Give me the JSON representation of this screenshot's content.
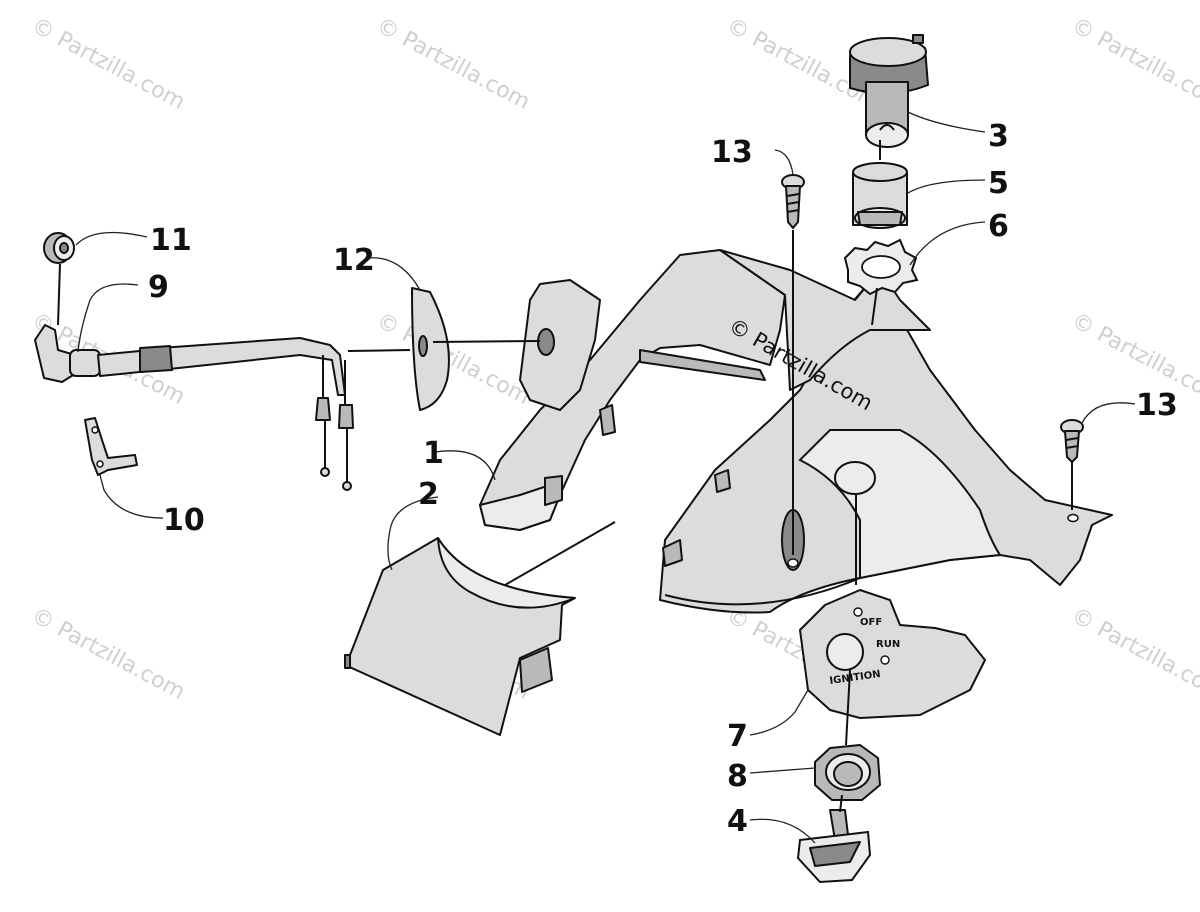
{
  "watermarks": {
    "corner": "© Partzilla.com",
    "center": "© Partzilla.com"
  },
  "switch_plate": {
    "off": "OFF",
    "run": "RUN",
    "ignition": "IGNITION"
  },
  "callouts": {
    "c1": "1",
    "c2": "2",
    "c3": "3",
    "c4": "4",
    "c5": "5",
    "c6": "6",
    "c7": "7",
    "c8": "8",
    "c9": "9",
    "c10": "10",
    "c11": "11",
    "c12": "12",
    "c13a": "13",
    "c13b": "13"
  },
  "colors": {
    "line": "#111111",
    "fill_light": "#dcdcdc",
    "fill_dark": "#8a8a8a",
    "watermark": "#cfcfcf"
  }
}
